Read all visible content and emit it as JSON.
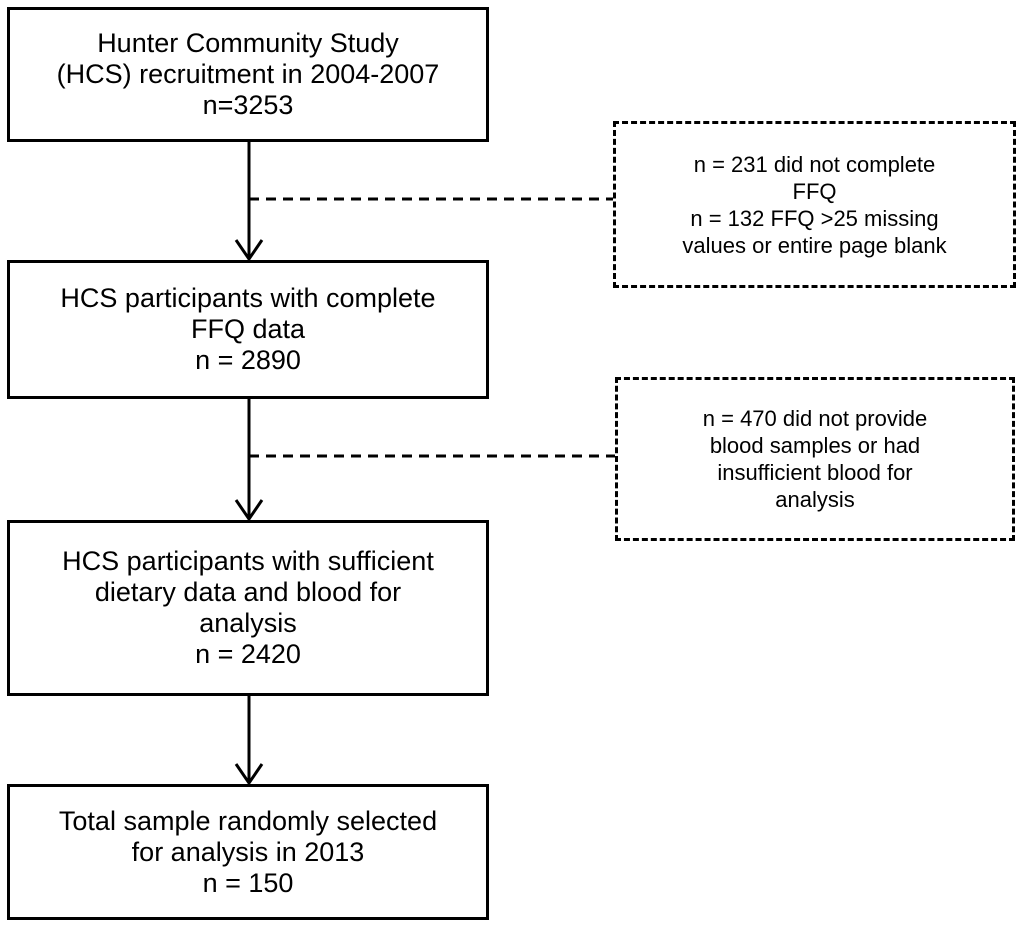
{
  "flowchart": {
    "steps": [
      {
        "lines": [
          "Hunter Community Study",
          "(HCS) recruitment in 2004-2007",
          "n=3253"
        ]
      },
      {
        "lines": [
          "HCS participants with complete",
          "FFQ data",
          "n = 2890"
        ]
      },
      {
        "lines": [
          "HCS participants with sufficient",
          "dietary data and blood for",
          "analysis",
          "n = 2420"
        ]
      },
      {
        "lines": [
          "Total sample randomly selected",
          "for analysis in 2013",
          "n = 150"
        ]
      }
    ],
    "exclusions": [
      {
        "lines": [
          "n = 231 did not complete",
          "FFQ",
          "n = 132 FFQ >25 missing",
          "values or entire page blank"
        ]
      },
      {
        "lines": [
          "n = 470 did not provide",
          "blood samples or had",
          "insufficient blood for",
          "analysis"
        ]
      }
    ]
  }
}
